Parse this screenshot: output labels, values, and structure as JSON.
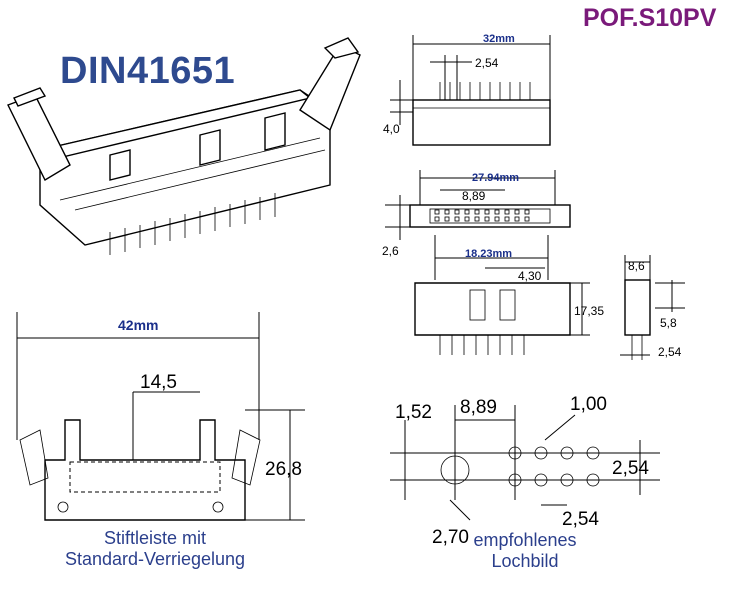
{
  "title": "DIN41651",
  "part_number": "POF.S10PV",
  "captions": {
    "front_view": [
      "Stiftleiste mit",
      "Standard-Verriegelung"
    ],
    "hole_pattern": [
      "empfohlenes",
      "Lochbild"
    ]
  },
  "dimensions": {
    "overall_width": "32mm",
    "pitch_top": "2,54",
    "height_side": "4,0",
    "inner_width": "27.94mm",
    "row_span": "8,89",
    "thickness_left": "2,6",
    "inner_span": "18.23mm",
    "offset": "4,30",
    "depth": "8,6",
    "body_height": "17,35",
    "pin_height": "5,8",
    "pin_pitch": "2,54",
    "lever_width": "42mm",
    "lock_width": "14,5",
    "total_height": "26,8",
    "hole_offset": "1,52",
    "hole_row_span": "8,89",
    "hole_dia": "1,00",
    "hole_pitch_v": "2,54",
    "hole_pitch_h": "2,54",
    "mount_dia": "2,70"
  }
}
